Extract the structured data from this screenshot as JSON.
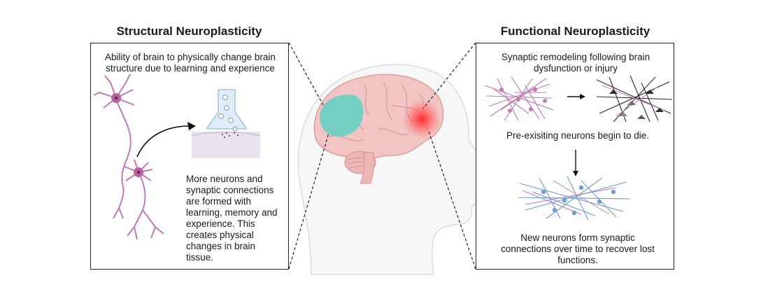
{
  "left_panel": {
    "title": "Structural Neuroplasticity",
    "top_text": "Ability of brain to physically change brain structure due to learning and experience",
    "body_text": "More neurons and synaptic connections are formed with learning, memory and experience. This creates physical changes in brain tissue."
  },
  "right_panel": {
    "title": "Functional Neuroplasticity",
    "top_text": "Synaptic remodeling following brain dysfunction or injury",
    "middle_text": "Pre-exisiting neurons begin to die.",
    "bottom_text": "New neurons form synaptic connections over time to recover lost functions."
  },
  "colors": {
    "neuron_pink": "#c07bb5",
    "neuron_dark": "#2b2b2b",
    "neuron_blue": "#6c9fd6",
    "brain_pink": "#f1c5c3",
    "highlight_teal": "#6fd0c4",
    "injury_red": "#ff3b3b"
  }
}
